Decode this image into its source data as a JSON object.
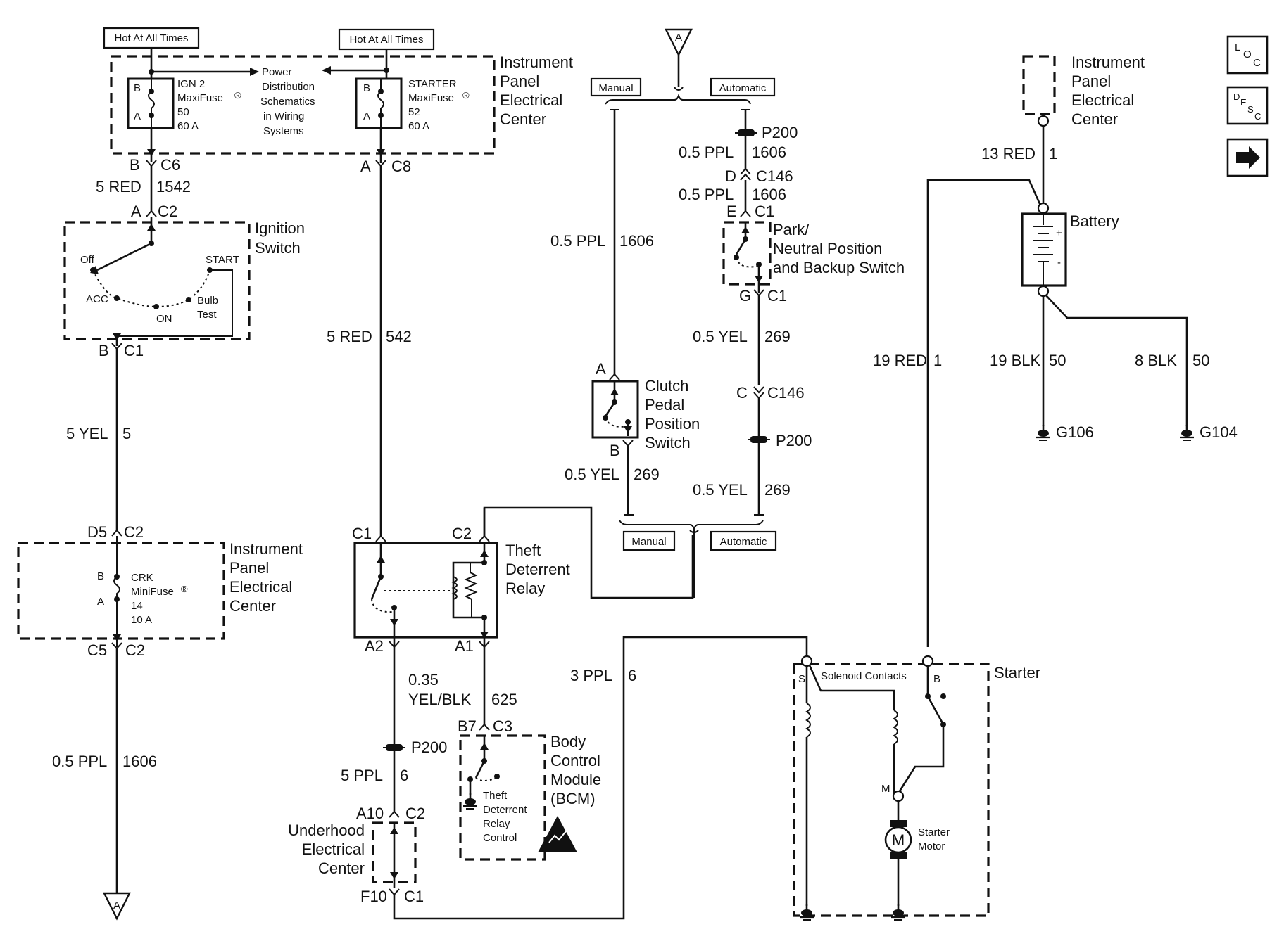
{
  "hot": [
    "Hot At All Times",
    "Hot At All Times"
  ],
  "ipec": {
    "name": [
      "Instrument",
      "Panel",
      "Electrical",
      "Center"
    ]
  },
  "power_dist": [
    "Power",
    "Distribution",
    "Schematics",
    "in Wiring",
    "Systems"
  ],
  "fuse_ign": {
    "lines": [
      "IGN 2",
      "MaxiFuse",
      "50",
      "60 A"
    ],
    "pin_b": "B",
    "pin_a": "A"
  },
  "fuse_starter": {
    "lines": [
      "STARTER",
      "MaxiFuse",
      "52",
      "60 A"
    ],
    "pin_b": "B",
    "pin_a": "A"
  },
  "reg_mark": "®",
  "conn_c6": {
    "pin": "B",
    "conn": "C6"
  },
  "conn_c8": {
    "pin": "A",
    "conn": "C8"
  },
  "wire_1542": {
    "gauge": "5 RED",
    "circuit": "1542"
  },
  "conn_c2_ign": {
    "pin": "A",
    "conn": "C2"
  },
  "ignition": {
    "name": [
      "Ignition",
      "Switch"
    ],
    "off": "Off",
    "start": "START",
    "acc": "ACC",
    "on": "ON",
    "bulb": [
      "Bulb",
      "Test"
    ]
  },
  "conn_c1_ign": {
    "pin": "B",
    "conn": "C1"
  },
  "wire_5": {
    "gauge": "5 YEL",
    "circuit": "5"
  },
  "conn_d5": {
    "pin": "D5",
    "conn": "C2"
  },
  "ipec2": {
    "name": [
      "Instrument",
      "Panel",
      "Electrical",
      "Center"
    ]
  },
  "crk": {
    "lines": [
      "CRK",
      "MiniFuse",
      "14",
      "10 A"
    ],
    "pin_b": "B",
    "pin_a": "A"
  },
  "conn_c5": {
    "pin": "C5",
    "conn": "C2"
  },
  "wire_1606_left": {
    "gauge": "0.5 PPL",
    "circuit": "1606"
  },
  "ref_a": "A",
  "wire_542": {
    "gauge": "5 RED",
    "circuit": "542"
  },
  "relay": {
    "name": [
      "Theft",
      "Deterrent",
      "Relay"
    ],
    "c1": "C1",
    "c2": "C2",
    "a2": "A2",
    "a1": "A1"
  },
  "wire_625": {
    "gauge1": "0.35",
    "gauge2": "YEL/BLK",
    "circuit": "625"
  },
  "conn_b7": {
    "pin": "B7",
    "conn": "C3"
  },
  "bcm": {
    "name": [
      "Body",
      "Control",
      "Module",
      "(BCM)"
    ],
    "inner": [
      "Theft",
      "Deterrent",
      "Relay",
      "Control"
    ]
  },
  "p200_lower": "P200",
  "wire_6_lower": {
    "gauge": "5 PPL",
    "circuit": "6"
  },
  "conn_a10": {
    "pin": "A10",
    "conn": "C2"
  },
  "uhec": {
    "name": [
      "Underhood",
      "Electrical",
      "Center"
    ]
  },
  "conn_f10": {
    "pin": "F10",
    "conn": "C1"
  },
  "manual_label": "Manual",
  "automatic_label": "Automatic",
  "wire_1606_mid": {
    "gauge": "0.5 PPL",
    "circuit": "1606"
  },
  "clutch": {
    "name": [
      "Clutch",
      "Pedal",
      "Position",
      "Switch"
    ],
    "pin_a": "A",
    "pin_b": "B"
  },
  "wire_269_clutch": {
    "gauge": "0.5 YEL",
    "circuit": "269"
  },
  "p200_top": "P200",
  "wire_1606_a": {
    "gauge": "0.5 PPL",
    "circuit": "1606"
  },
  "conn_c146_d": {
    "pin": "D",
    "conn": "C146"
  },
  "wire_1606_b": {
    "gauge": "0.5 PPL",
    "circuit": "1606"
  },
  "conn_c1_park": {
    "pin": "E",
    "conn": "C1"
  },
  "park": {
    "name": [
      "Park/",
      "Neutral Position",
      "and Backup Switch"
    ]
  },
  "conn_g": {
    "pin": "G",
    "conn": "C1"
  },
  "wire_269_a": {
    "gauge": "0.5 YEL",
    "circuit": "269"
  },
  "conn_c146_c": {
    "pin": "C",
    "conn": "C146"
  },
  "p200_mid": "P200",
  "wire_269_b": {
    "gauge": "0.5 YEL",
    "circuit": "269"
  },
  "wire_6": {
    "gauge": "3 PPL",
    "circuit": "6"
  },
  "starter": {
    "name": "Starter",
    "contacts": "Solenoid Contacts",
    "s": "S",
    "b": "B",
    "m": "M",
    "motor": [
      "Starter",
      "Motor"
    ],
    "motor_letter": "M"
  },
  "ipec3": {
    "name": [
      "Instrument",
      "Panel",
      "Electrical",
      "Center"
    ]
  },
  "wire_13red": {
    "gauge": "13 RED",
    "circuit": "1"
  },
  "battery": {
    "name": "Battery",
    "plus": "+",
    "minus": "-"
  },
  "wire_19red": {
    "gauge": "19 RED",
    "circuit": "1"
  },
  "wire_19blk": {
    "gauge": "19 BLK",
    "circuit": "50"
  },
  "wire_8blk": {
    "gauge": "8 BLK",
    "circuit": "50"
  },
  "g106": "G106",
  "g104": "G104",
  "nav": {
    "loc": [
      "L",
      "O",
      "C"
    ],
    "desc": [
      "D",
      "E",
      "S",
      "C"
    ]
  }
}
